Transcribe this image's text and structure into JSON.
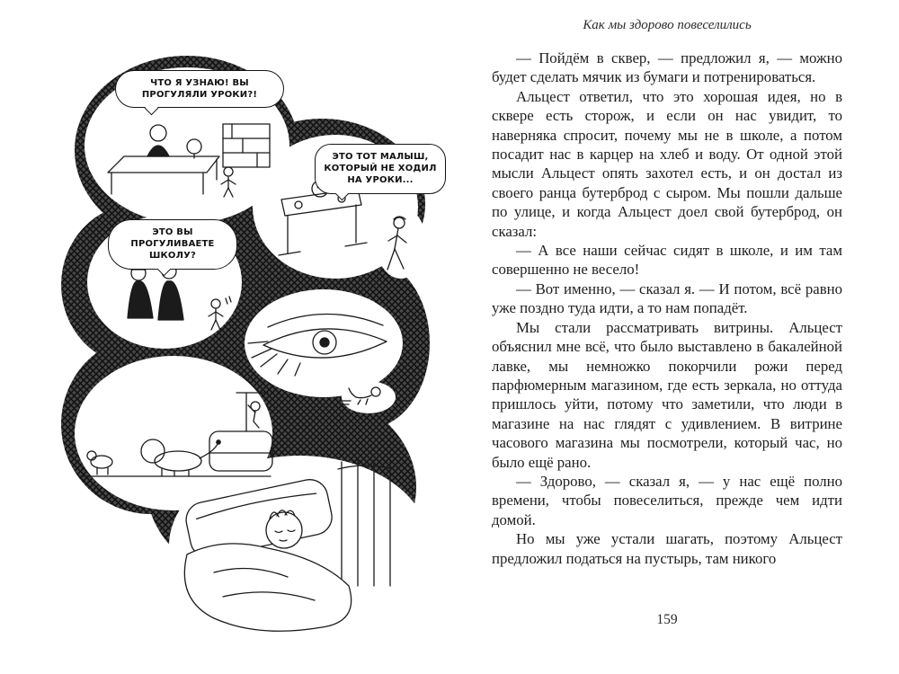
{
  "page": {
    "running_header": "Как мы здорово повеселились",
    "page_number": "159"
  },
  "illustration": {
    "description": "Спящий в кровати мальчик видит сон: тёмное штрихованное облако со сценами — учитель за столом отчитывает за прогул, прохожие и полицейский, позорный столб (колодки), большой глаз и львы в гостиной",
    "bubbles": [
      "ЧТО Я УЗНАЮ! ВЫ ПРОГУЛЯЛИ УРОКИ?!",
      "ЭТО ТОТ МАЛЫШ, КОТОРЫЙ НЕ ХОДИЛ НА УРОКИ...",
      "ЭТО ВЫ ПРОГУЛИВАЕТЕ ШКОЛУ?"
    ]
  },
  "story": {
    "paragraphs": [
      "— Пойдём в сквер, — предложил я, — можно будет сделать мячик из бумаги и потренироваться.",
      "Альцест ответил, что это хорошая идея, но в сквере есть сторож, и если он нас увидит, то наверняка спросит, почему мы не в школе, а потом посадит нас в карцер на хлеб и воду. От одной этой мысли Альцест опять захотел есть, и он достал из своего ранца бутерброд с сыром. Мы пошли дальше по улице, и когда Альцест доел свой бутерброд, он сказал:",
      "— А все наши сейчас сидят в школе, и им там совершенно не весело!",
      "— Вот именно, — сказал я. — И потом, всё равно уже поздно туда идти, а то нам попадёт.",
      "Мы стали рассматривать витрины. Альцест объяснил мне всё, что было выставлено в бакалейной лавке, мы немножко покорчили рожи перед парфюмерным магазином, где есть зеркала, но оттуда пришлось уйти, потому что заметили, что люди в магазине на нас глядят с удивлением. В витрине часового магазина мы посмотрели, который час, но было ещё рано.",
      "— Здорово, — сказал я, — у нас ещё полно времени, чтобы повеселиться, прежде чем идти домой.",
      "Но мы уже устали шагать, поэтому Альцест предложил податься на пустырь, там никого"
    ]
  }
}
